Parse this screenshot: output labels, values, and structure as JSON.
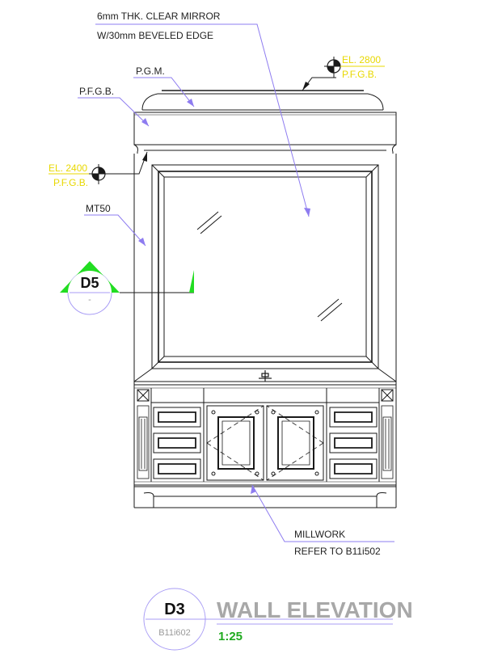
{
  "notes": {
    "mirror_line1": "6mm THK. CLEAR MIRROR",
    "mirror_line2": "W/30mm BEVELED EDGE",
    "pgm": "P.G.M.",
    "pfgb": "P.F.G.B.",
    "mt50": "MT50",
    "millwork_line1": "MILLWORK",
    "millwork_line2": "REFER TO  B11i502"
  },
  "levels": {
    "top": {
      "el": "EL. 2800",
      "finish": "P.F.G.B."
    },
    "mid": {
      "el": "EL. 2400",
      "finish": "P.F.G.B."
    }
  },
  "section_marker": {
    "label": "D5",
    "sub": "-"
  },
  "title_block": {
    "tag": "D3",
    "sheet": "B11i602",
    "title": "WALL ELEVATION",
    "scale": "1:25"
  },
  "colors": {
    "line": "#1a1a1a",
    "leader": "#8e7cf0",
    "level_text": "#e8d800",
    "marker_green": "#22dd22",
    "title_gray": "#a8a8a8",
    "scale_green": "#1faa1f",
    "circle_purple": "#a89cf5"
  }
}
